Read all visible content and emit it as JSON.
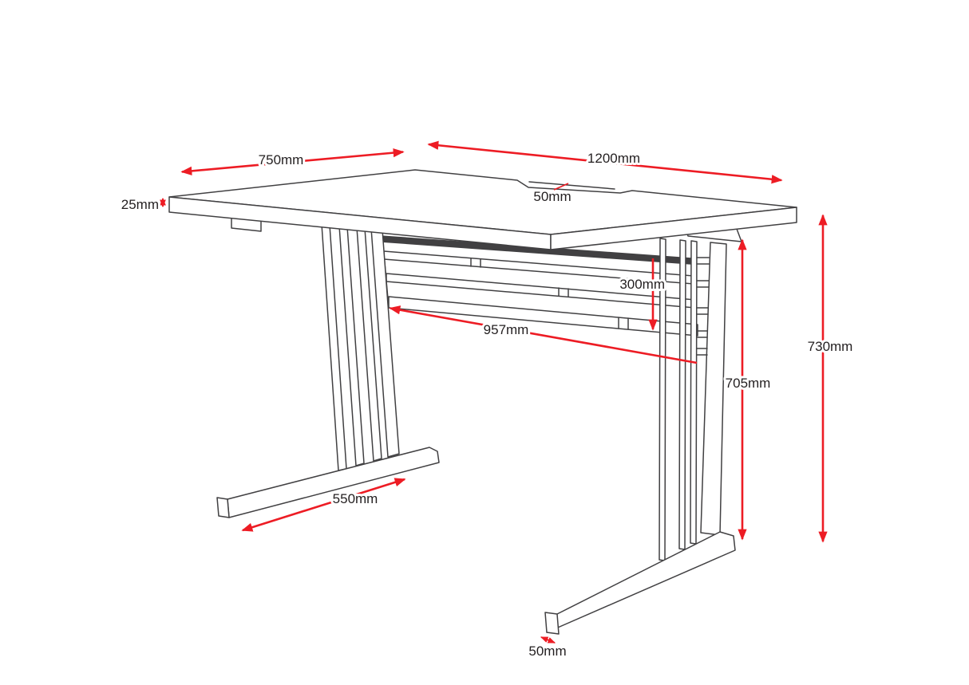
{
  "diagram": {
    "type": "isometric dimension drawing",
    "subject": "cantilever office desk with cable management rails",
    "colors": {
      "accent": "#ed1c24",
      "line": "#414042",
      "text": "#231f20",
      "background": "#ffffff"
    },
    "labels": {
      "depth": "750mm",
      "width": "1200mm",
      "top_thickness": "25mm",
      "cable_cutout": "50mm",
      "rail_drop": "300mm",
      "rail_length": "957mm",
      "under_height": "705mm",
      "overall_height": "730mm",
      "foot_length": "550mm",
      "foot_width": "50mm"
    }
  }
}
